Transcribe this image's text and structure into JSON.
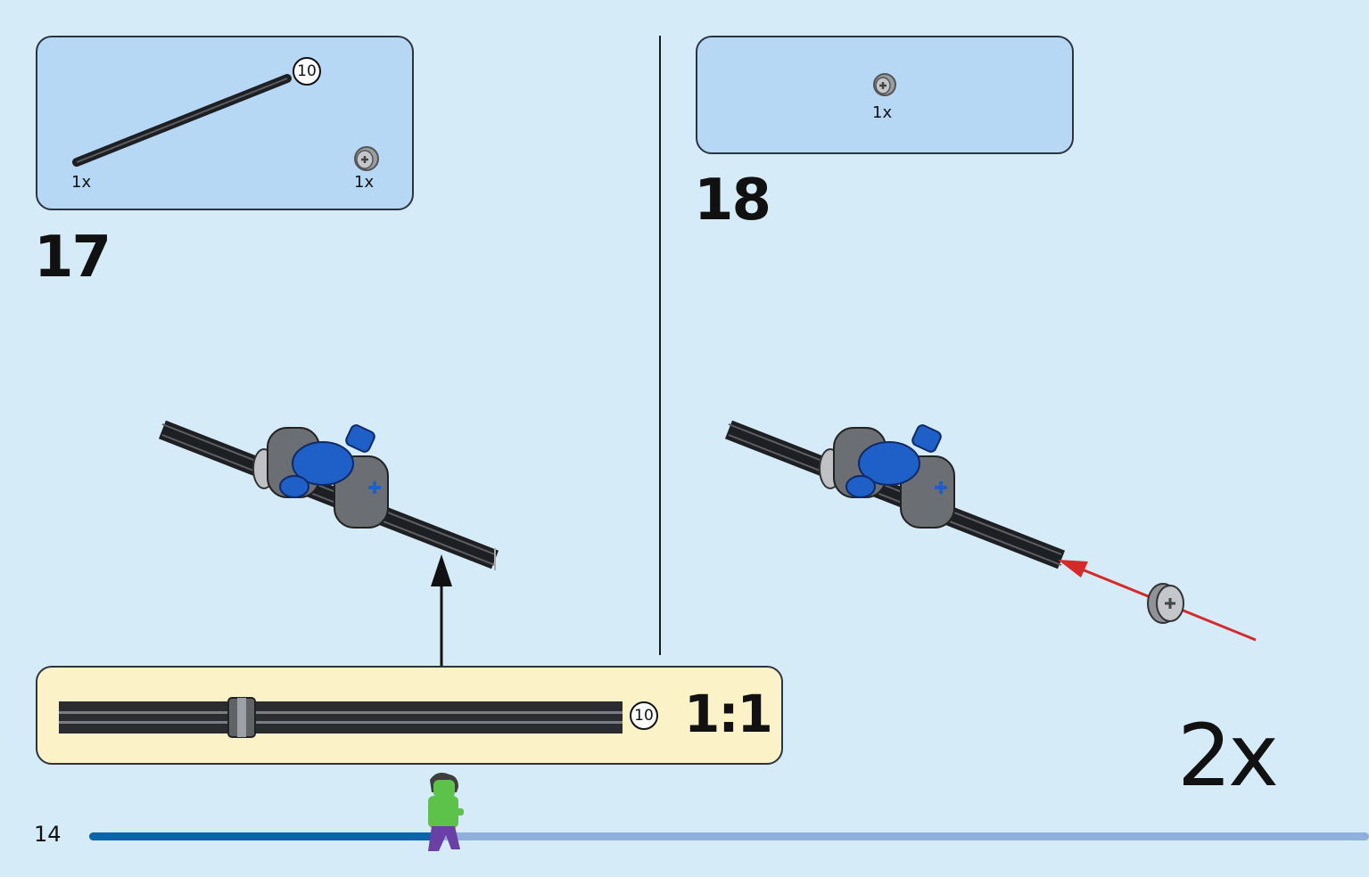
{
  "page_number": "14",
  "step17": {
    "number": "17",
    "parts": [
      {
        "name": "axle-10",
        "quantity": "1x",
        "length_badge": "10"
      },
      {
        "name": "bush",
        "quantity": "1x"
      }
    ]
  },
  "step18": {
    "number": "18",
    "parts": [
      {
        "name": "bush",
        "quantity": "1x"
      }
    ],
    "multiplier": "2x"
  },
  "callout": {
    "length_badge": "10",
    "scale": "1:1"
  },
  "progress": {
    "fraction": 0.27
  },
  "colors": {
    "background": "#d6ebf8",
    "parts_box": "#b6d8f4",
    "callout_box": "#fcf2c8",
    "progress_fill": "#0b63b0",
    "progress_track": "#8fb0dc",
    "arrow_red": "#d42a2a",
    "technic_blue": "#1f5fc8",
    "technic_gray": "#6b6e72"
  }
}
